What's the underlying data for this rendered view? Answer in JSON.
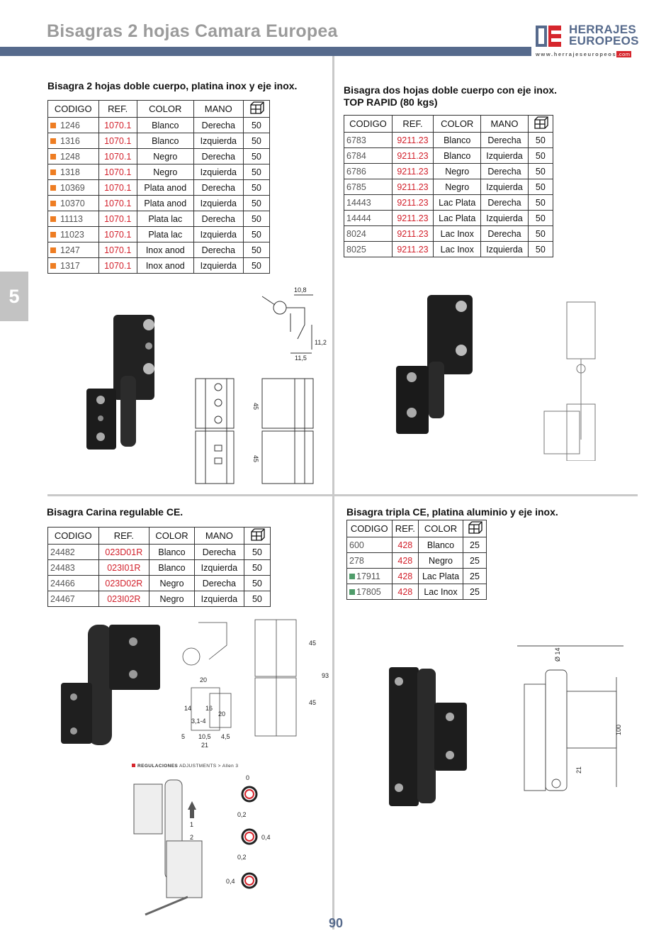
{
  "header": {
    "title": "Bisagras 2 hojas Camara Europea",
    "logo_line1": "HERRAJES",
    "logo_line2": "EUROPEOS",
    "logo_url": "www.herrajeseuropeos",
    "logo_tld": ".com"
  },
  "section_tab": "5",
  "page_number": "90",
  "colors": {
    "accent": "#566a8c",
    "ref": "#d21f2a",
    "orange_marker": "#ee7d22",
    "green_marker": "#4f9c6a"
  },
  "headers5": [
    "CODIGO",
    "REF.",
    "COLOR",
    "MANO"
  ],
  "headers4": [
    "CODIGO",
    "REF.",
    "COLOR"
  ],
  "box_icon": "package-boxes-icon",
  "sections": [
    {
      "title": "Bisagra 2 hojas doble cuerpo, platina inox y eje inox.",
      "marker": "orange",
      "rows": [
        [
          "1246",
          "1070.1",
          "Blanco",
          "Derecha",
          "50"
        ],
        [
          "1316",
          "1070.1",
          "Blanco",
          "Izquierda",
          "50"
        ],
        [
          "1248",
          "1070.1",
          "Negro",
          "Derecha",
          "50"
        ],
        [
          "1318",
          "1070.1",
          "Negro",
          "Izquierda",
          "50"
        ],
        [
          "10369",
          "1070.1",
          "Plata anod",
          "Derecha",
          "50"
        ],
        [
          "10370",
          "1070.1",
          "Plata anod",
          "Izquierda",
          "50"
        ],
        [
          "11113",
          "1070.1",
          "Plata lac",
          "Derecha",
          "50"
        ],
        [
          "11023",
          "1070.1",
          "Plata lac",
          "Izquierda",
          "50"
        ],
        [
          "1247",
          "1070.1",
          "Inox anod",
          "Derecha",
          "50"
        ],
        [
          "1317",
          "1070.1",
          "Inox anod",
          "Izquierda",
          "50"
        ]
      ],
      "dims": [
        "10,8",
        "11,2",
        "11,5",
        "45",
        "45"
      ]
    },
    {
      "title": "Bisagra dos hojas doble cuerpo con eje inox.",
      "title2": "TOP RAPID (80 kgs)",
      "rows": [
        [
          "6783",
          "9211.23",
          "Blanco",
          "Derecha",
          "50"
        ],
        [
          "6784",
          "9211.23",
          "Blanco",
          "Izquierda",
          "50"
        ],
        [
          "6786",
          "9211.23",
          "Negro",
          "Derecha",
          "50"
        ],
        [
          "6785",
          "9211.23",
          "Negro",
          "Izquierda",
          "50"
        ],
        [
          "14443",
          "9211.23",
          "Lac Plata",
          "Derecha",
          "50"
        ],
        [
          "14444",
          "9211.23",
          "Lac Plata",
          "Izquierda",
          "50"
        ],
        [
          "8024",
          "9211.23",
          "Lac Inox",
          "Derecha",
          "50"
        ],
        [
          "8025",
          "9211.23",
          "Lac Inox",
          "Izquierda",
          "50"
        ]
      ]
    },
    {
      "title": "Bisagra Carina regulable CE.",
      "rows": [
        [
          "24482",
          "023D01R",
          "Blanco",
          "Derecha",
          "50"
        ],
        [
          "24483",
          "023I01R",
          "Blanco",
          "Izquierda",
          "50"
        ],
        [
          "24466",
          "023D02R",
          "Negro",
          "Derecha",
          "50"
        ],
        [
          "24467",
          "023I02R",
          "Negro",
          "Izquierda",
          "50"
        ]
      ],
      "dims": [
        "20",
        "14",
        "3,1-4",
        "16",
        "20",
        "5",
        "10,5",
        "4,5",
        "21",
        "45",
        "45",
        "93"
      ],
      "adjust_label": "REGULACIONES",
      "adjust_label2": "ADJUSTMENTS > Allen 3",
      "adjust_values": [
        "0",
        "0,2",
        "0,4",
        "0,2",
        "0,4"
      ],
      "steps": [
        "1",
        "2"
      ]
    },
    {
      "title": "Bisagra tripla CE, platina aluminio y eje inox.",
      "marker": "green",
      "rows": [
        [
          "600",
          "428",
          "Blanco",
          "25"
        ],
        [
          "278",
          "428",
          "Negro",
          "25"
        ],
        [
          "17911",
          "428",
          "Lac Plata",
          "25"
        ],
        [
          "17805",
          "428",
          "Lac Inox",
          "25"
        ]
      ],
      "marked_rows": [
        2,
        3
      ],
      "dims": [
        "Ø 14",
        "100",
        "21"
      ]
    }
  ]
}
